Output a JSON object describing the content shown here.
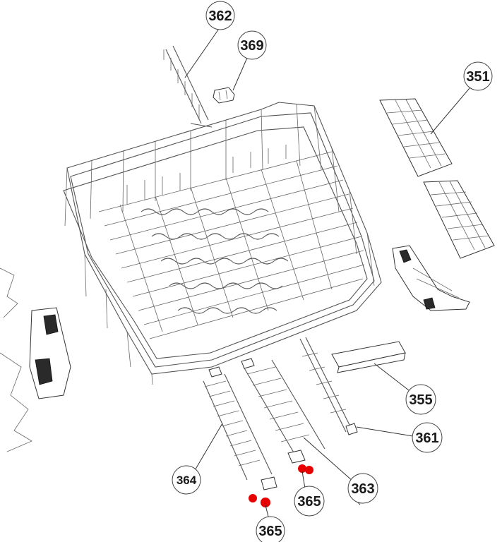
{
  "callouts": {
    "c362": "362",
    "c369": "369",
    "c351": "351",
    "c355": "355",
    "c361": "361",
    "c364": "364",
    "c363": "363",
    "c365a": "365",
    "c365b": "365"
  },
  "colors": {
    "highlight": "#e60000",
    "line": "#444444"
  }
}
